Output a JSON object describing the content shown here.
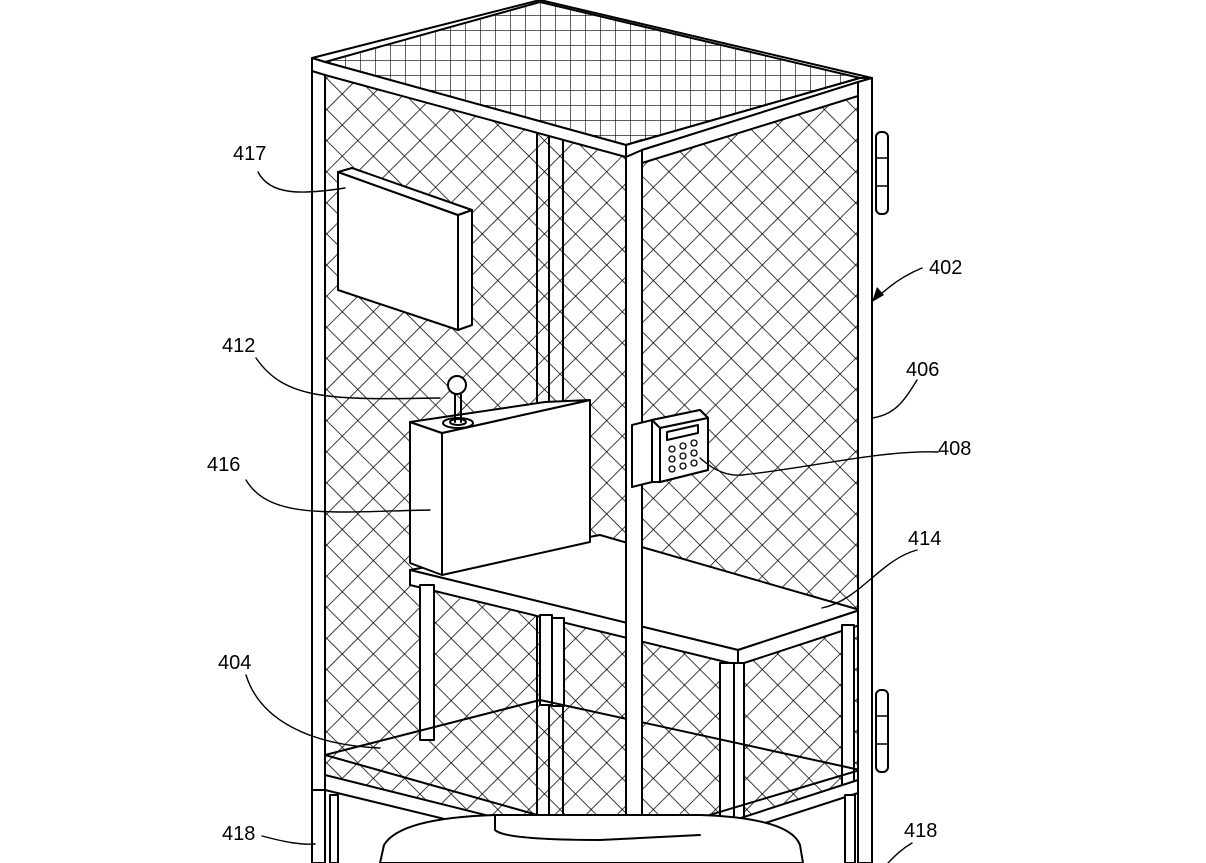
{
  "labels": {
    "l402": "402",
    "l404": "404",
    "l406": "406",
    "l408": "408",
    "l412": "412",
    "l414": "414",
    "l416": "416",
    "l417": "417",
    "l418_left": "418",
    "l418_right": "418"
  }
}
